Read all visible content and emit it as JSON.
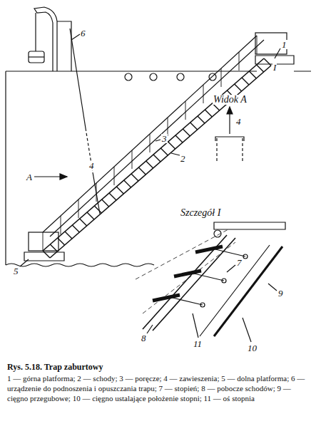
{
  "diagram": {
    "caption": "Rys. 5.18. Trap zaburtowy",
    "labels": [
      "1",
      "2",
      "3",
      "4",
      "5",
      "6",
      "A",
      "I",
      "Widok A",
      "4",
      "Szczegół I",
      "7",
      "8",
      "9",
      "10",
      "11",
      "1 — górna platforma; 2 — schody; 3 — poręcze; 4 — zawieszenia; 5 — dolna platforma; 6 — urządzenie do podnoszenia i opuszczania trapu; 7 — stopień; 8 — pobocze schodów; 9 — cięgno przegubowe; 10 — cięgno ustalające położenie stopni; 11 — oś stopnia"
    ]
  }
}
